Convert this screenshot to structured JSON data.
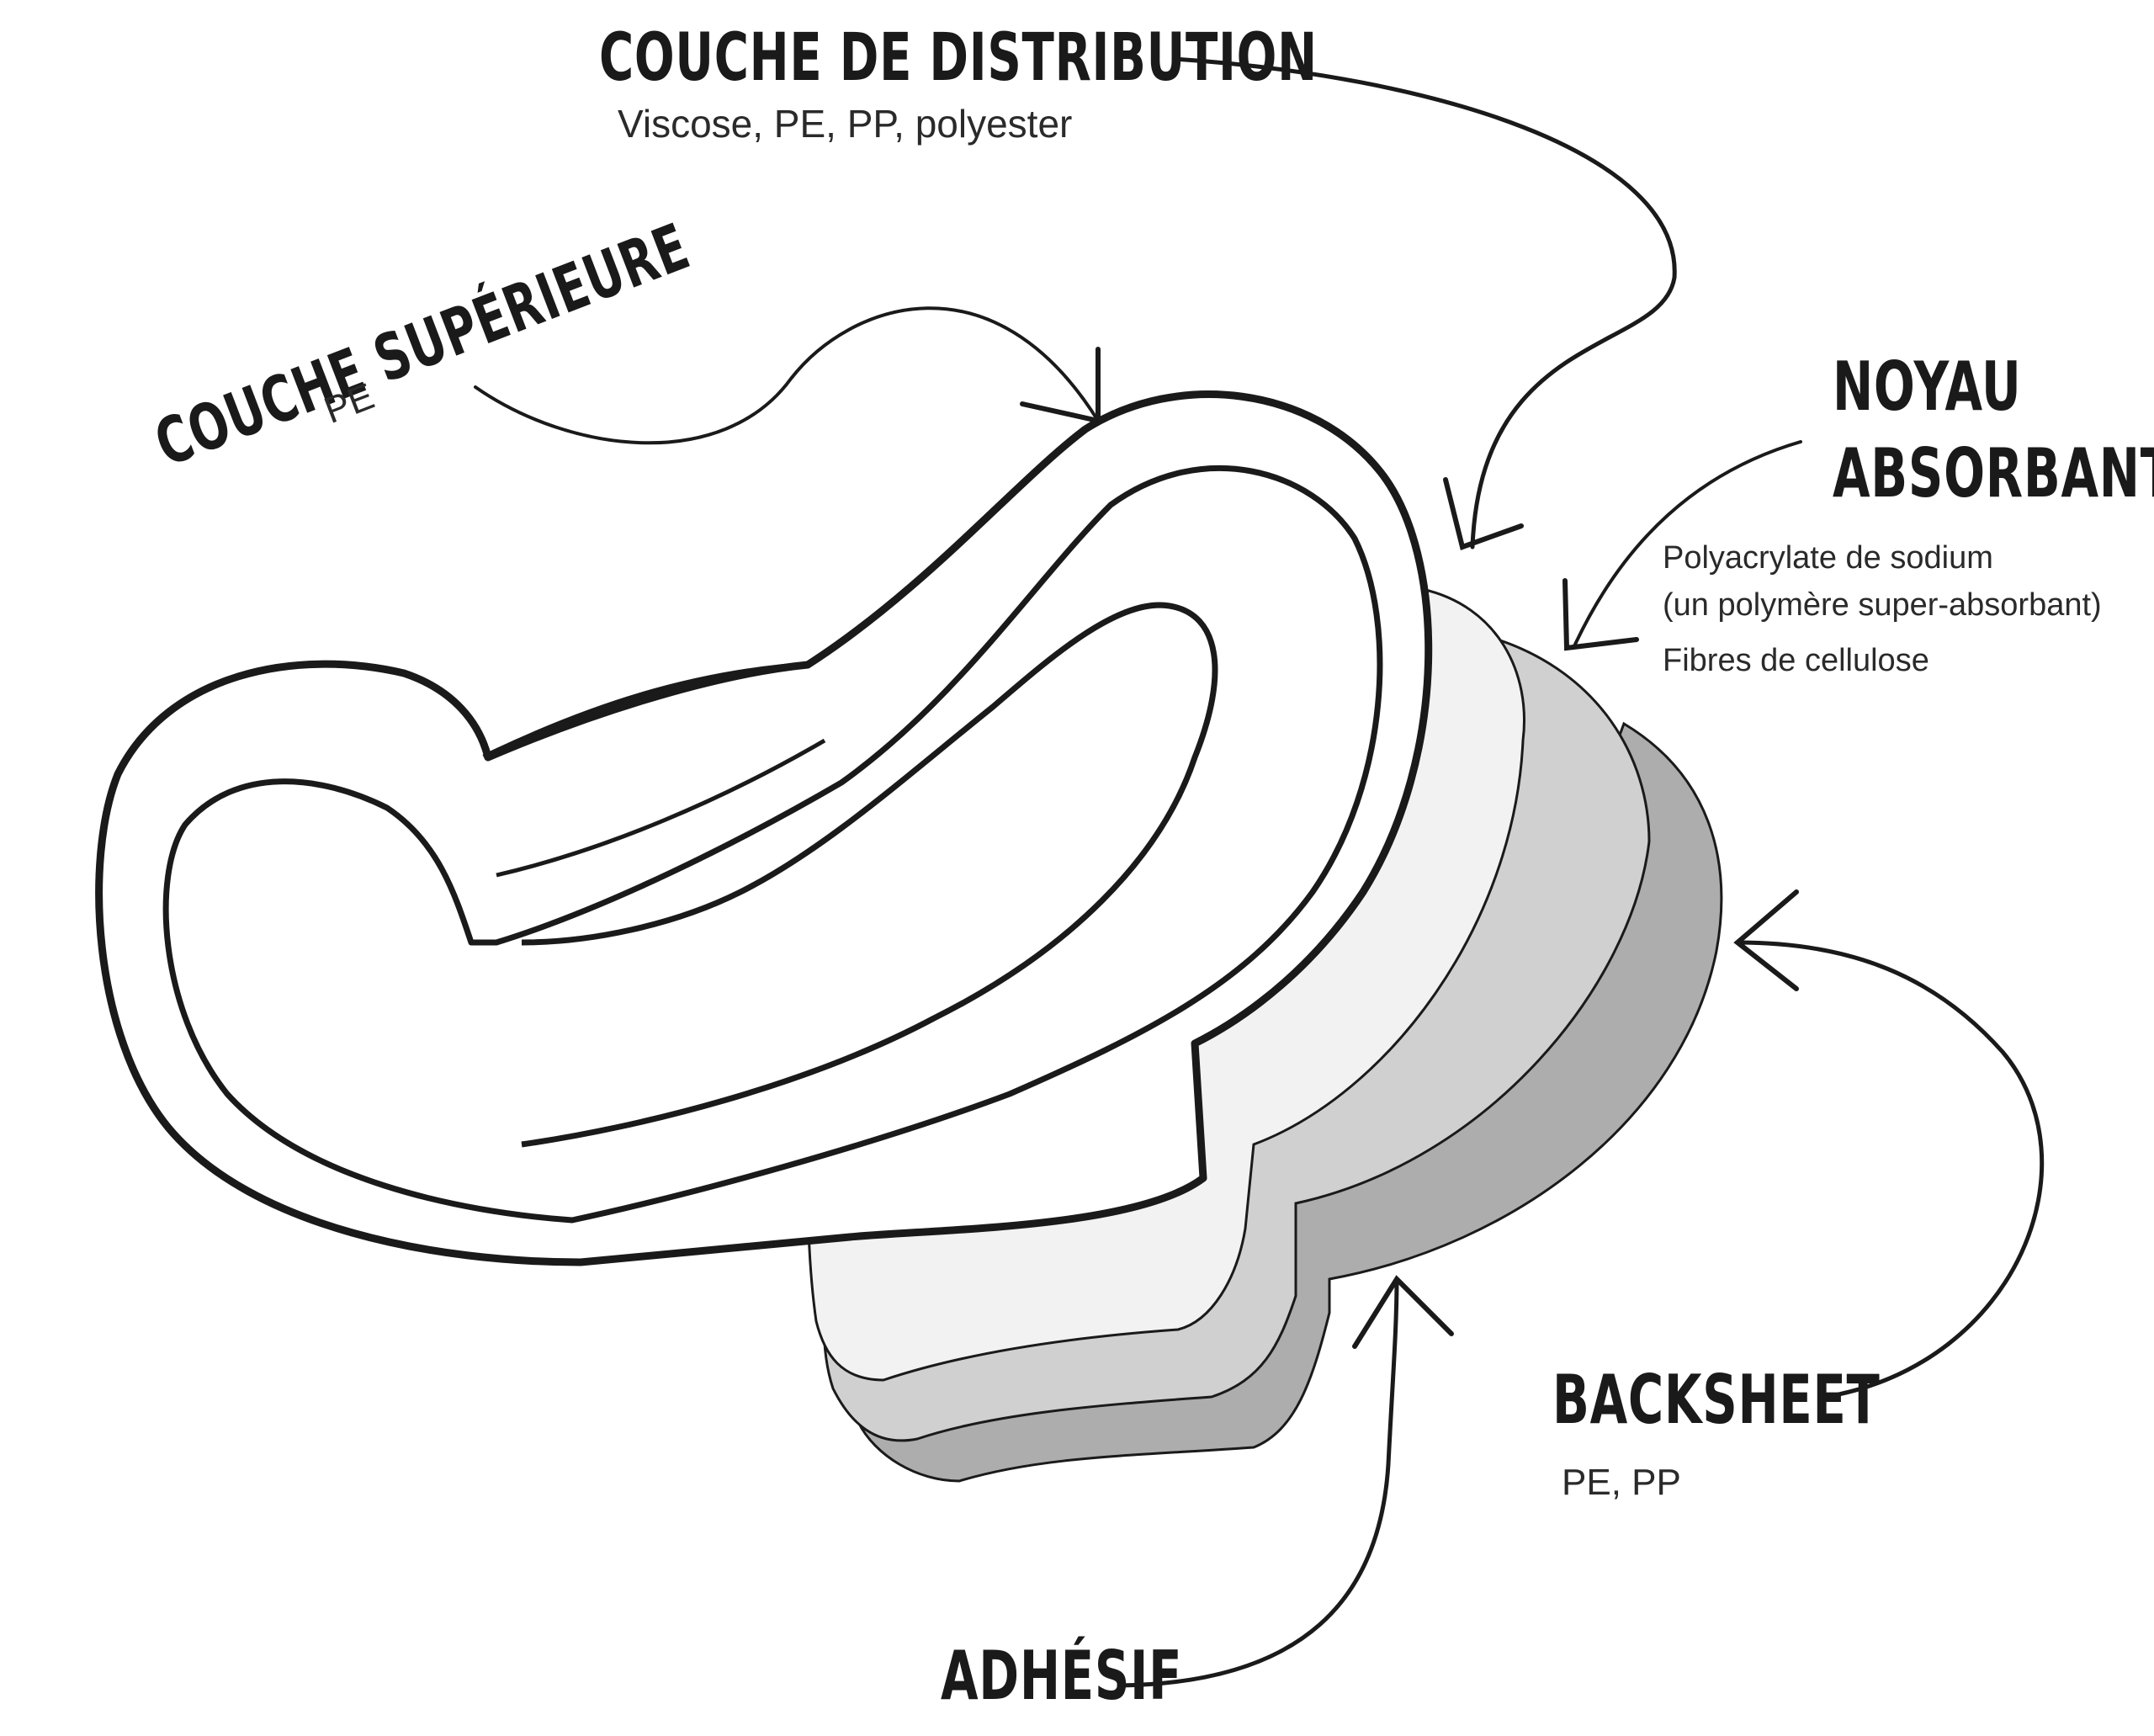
{
  "colors": {
    "ink": "#1a1a1a",
    "distribution_layer": "#f2f2f2",
    "absorbent_core": "#d0d0d0",
    "backsheet": "#adadad",
    "background": "#ffffff"
  },
  "labels": {
    "distribution": {
      "title": "COUCHE DE DISTRIBUTION",
      "materials": "Viscose, PE, PP, polyester"
    },
    "top_layer": {
      "title": "COUCHE SUPÉRIEURE",
      "materials": "PE"
    },
    "absorbent_core": {
      "title_line1": "NOYAU",
      "title_line2": "ABSORBANT",
      "material1": "Polyacrylate de sodium",
      "material1_note": "(un polymère super-absorbant)",
      "material2": "Fibres de cellulose"
    },
    "backsheet": {
      "title": "BACKSHEET",
      "materials": "PE, PP"
    },
    "adhesive": {
      "title": "ADHÉSIF"
    }
  }
}
